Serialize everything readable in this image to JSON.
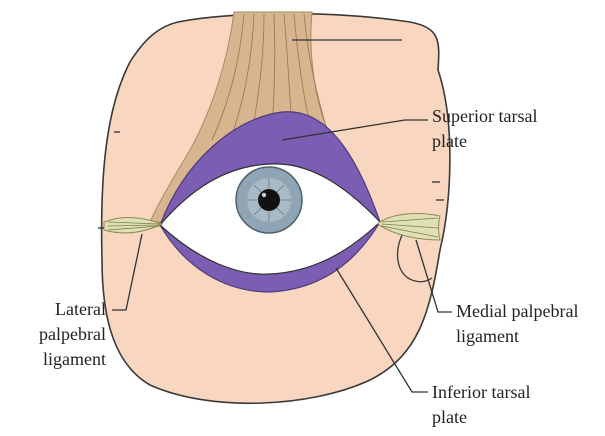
{
  "labels": {
    "superior_tarsal_plate": [
      "Superior tarsal",
      "plate"
    ],
    "lateral_palpebral_ligament": [
      "Lateral",
      "palpebral",
      "ligament"
    ],
    "medial_palpebral_ligament": [
      "Medial palpebral",
      "ligament"
    ],
    "inferior_tarsal_plate": [
      "Inferior tarsal",
      "plate"
    ]
  },
  "colors": {
    "skin": "#f9d6bf",
    "muscle": "#d6b58f",
    "tarsal_plate": "#7b5db3",
    "iris": "#8fa4b4",
    "pupil": "#111111",
    "ligament": "#dfe0b5",
    "leader_line": "#333333"
  }
}
